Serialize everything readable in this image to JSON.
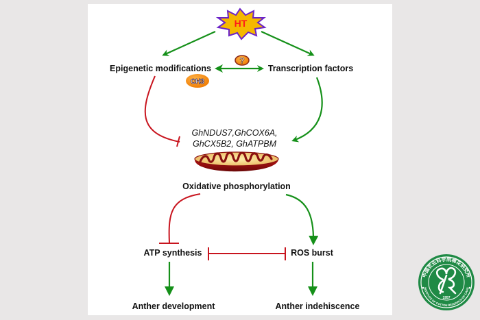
{
  "diagram": {
    "trigger": "HT",
    "nodes": {
      "epigenetic": "Epigenetic modifications",
      "transcription": "Transcription factors",
      "question_mark": "?",
      "methyl_badge": "CH3",
      "genes_line1": "GhNDUS7,GhCOX6A,",
      "genes_line2": "GhCX5B2, GhATPBM",
      "oxphos": "Oxidative phosphorylation",
      "atp": "ATP synthesis",
      "ros": "ROS burst",
      "anther_dev": "Anther development",
      "anther_indeh": "Anther indehiscence"
    },
    "edges": [
      {
        "from": "HT",
        "to": "Epigenetic modifications",
        "type": "activation"
      },
      {
        "from": "HT",
        "to": "Transcription factors",
        "type": "activation"
      },
      {
        "from": "Epigenetic modifications",
        "to": "Transcription factors",
        "type": "bidirectional-unknown"
      },
      {
        "from": "Epigenetic modifications",
        "to": "Genes",
        "type": "inhibition"
      },
      {
        "from": "Transcription factors",
        "to": "Genes",
        "type": "activation"
      },
      {
        "from": "Oxidative phosphorylation",
        "to": "ATP synthesis",
        "type": "inhibition"
      },
      {
        "from": "Oxidative phosphorylation",
        "to": "ROS burst",
        "type": "activation"
      },
      {
        "from": "ROS burst",
        "to": "ATP synthesis",
        "type": "mutual-inhibition"
      },
      {
        "from": "ATP synthesis",
        "to": "Anther development",
        "type": "activation"
      },
      {
        "from": "ROS burst",
        "to": "Anther indehiscence",
        "type": "activation"
      }
    ],
    "colors": {
      "activation": "#159019",
      "inhibition": "#c8141e",
      "burst_fill": "#f5b800",
      "burst_stroke": "#6a22c8",
      "trigger_text": "#ff1a1a",
      "logo_green": "#1f8a45"
    }
  },
  "logo": {
    "chinese_text": "中国农业科学院棉花研究所",
    "english_text": "INSTITUTE OF COTTON RESEARCH OF CAAS",
    "year": "1957"
  }
}
